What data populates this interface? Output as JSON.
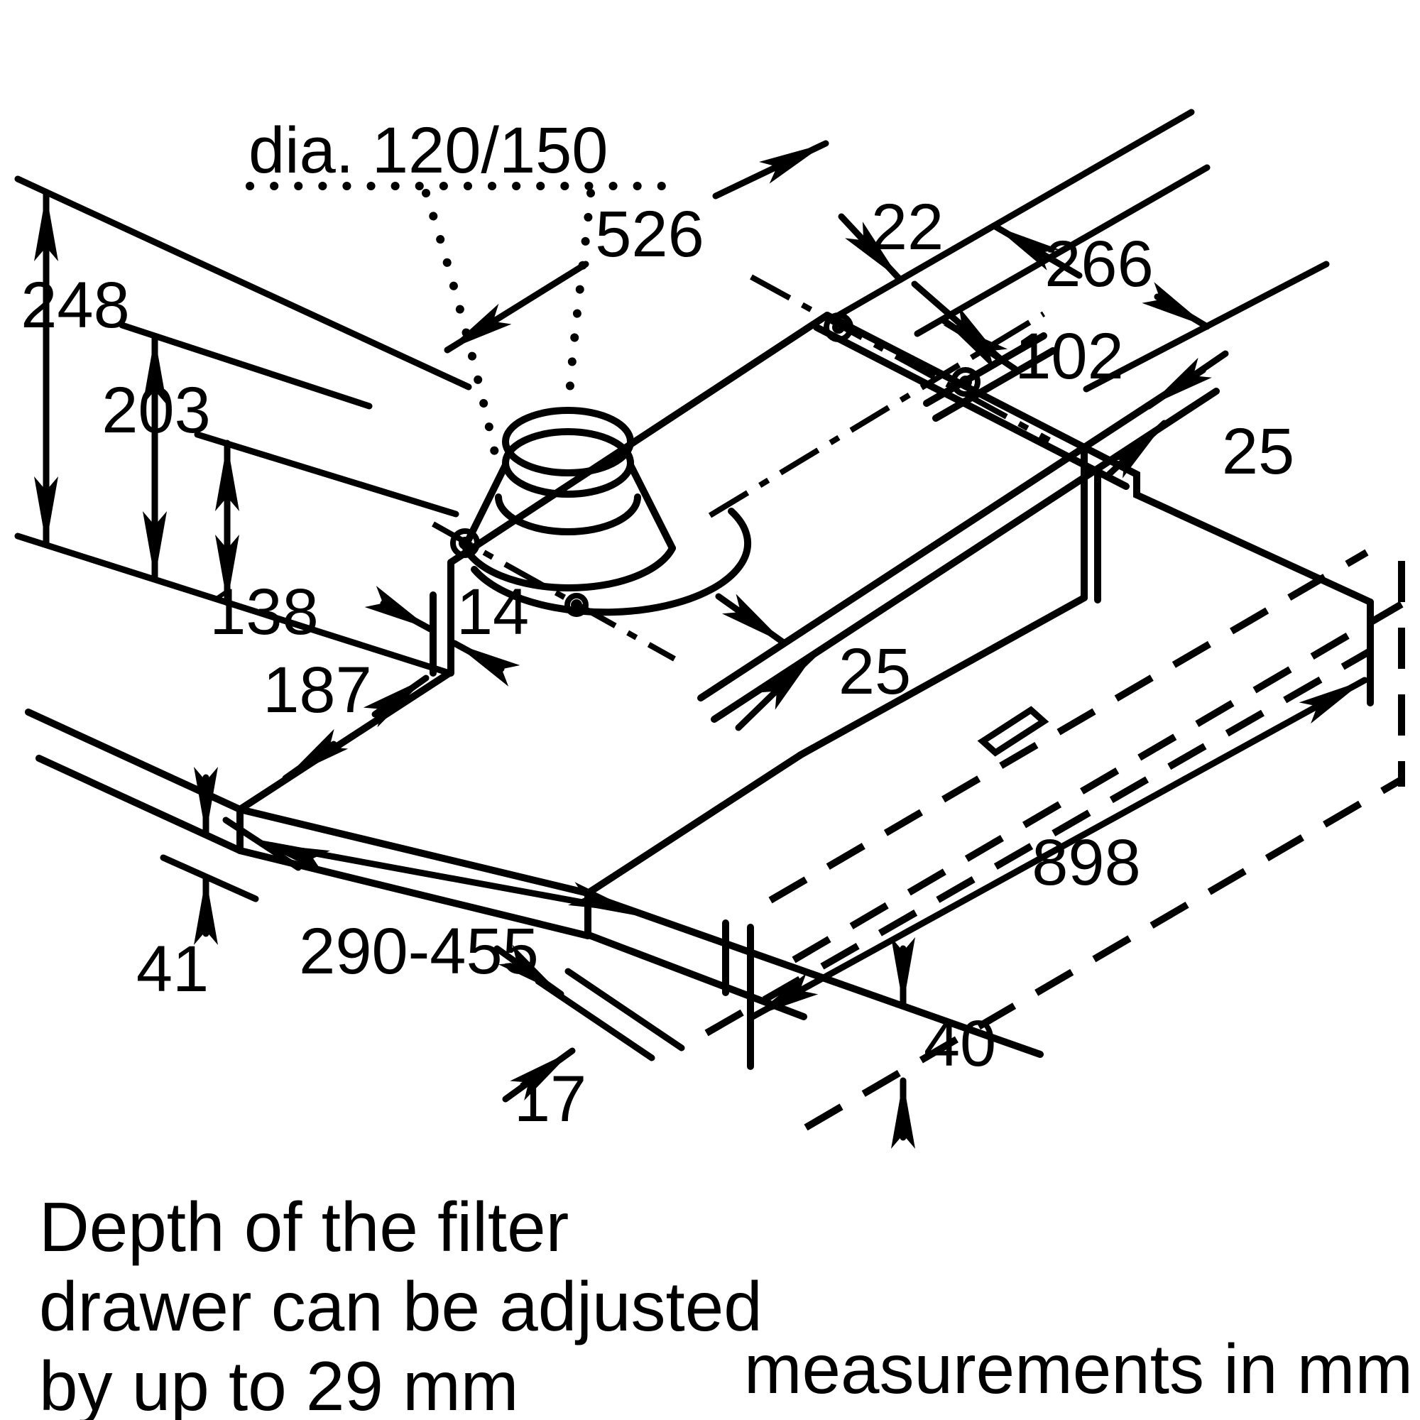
{
  "diagram": {
    "title_hidden": "extractor hood installation drawing",
    "duct_label": "dia. 120/150",
    "dimensions": {
      "top_length": "526",
      "back_gap": "22",
      "top_recess_depth": "266",
      "hinge_offset": "102",
      "top_flange": "25",
      "total_height": "248",
      "body_height": "203",
      "inner_height": "138",
      "front_gap": "14",
      "front_offset": "187",
      "front_flange": "25",
      "drawer_front_height": "41",
      "drawer_travel": "290-455",
      "total_width": "898",
      "front_rail_height": "40",
      "panel_thickness": "17"
    },
    "note_lines": [
      "Depth of the filter",
      "drawer can be adjusted",
      "by up to 29 mm"
    ],
    "units_note": "measurements in mm",
    "colors": {
      "line": "#000000",
      "background": "#ffffff"
    }
  }
}
